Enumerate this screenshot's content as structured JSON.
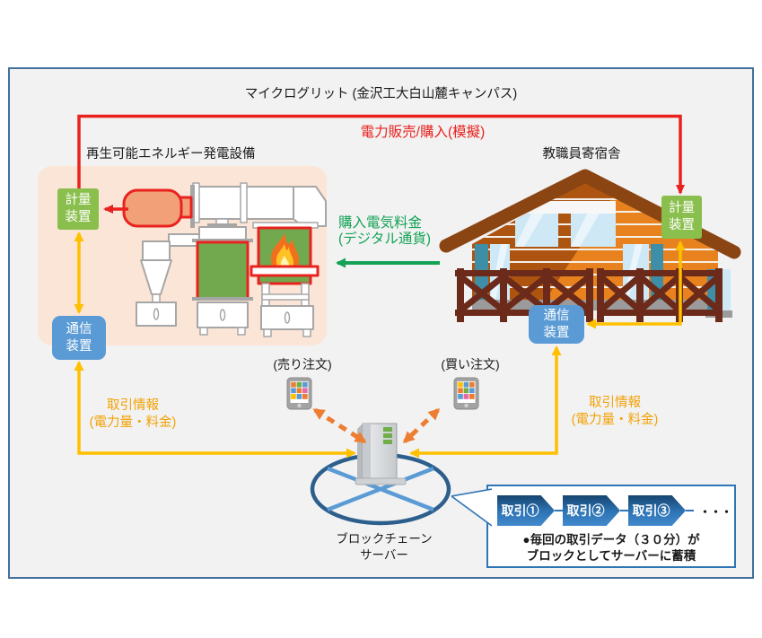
{
  "title": "マイクログリット (金沢工大白山麓キャンパス)",
  "sections": {
    "plant_label": "再生可能エネルギー発電設備",
    "dorm_label": "教職員寄宿舎"
  },
  "flows": {
    "power_trade": "電力販売/購入(模擬)",
    "purchase_payment": "購入電気料金\n(デジタル通貨)",
    "trade_info": "取引情報\n(電力量・料金)"
  },
  "devices": {
    "meter_label": "計量\n装置",
    "comm_label": "通信\n装置"
  },
  "orders": {
    "sell": "(売り注文)",
    "buy": "(買い注文)"
  },
  "server": {
    "label": "ブロックチェーン\nサーバー"
  },
  "callout": {
    "blocks": [
      "取引①",
      "取引②",
      "取引③"
    ],
    "dots": "・・・",
    "note": "●毎回の取引データ（３０分）が\nブロックとしてサーバーに蓄積"
  },
  "colors": {
    "frame_border": "#41719c",
    "background": "#f2f2f2",
    "panel_peach": "#fbe5d6",
    "red_flow": "#e8231f",
    "yellow_flow": "#ffc000",
    "orange_info_text": "#f2a104",
    "orange_dashed": "#ed7d31",
    "green_flow": "#14a356",
    "meter_green": "#8abf4d",
    "comm_blue": "#5b9bd5",
    "callout_border": "#2e75b6",
    "block_gradient_top": "#16456f",
    "block_gradient_bottom": "#4189cc"
  }
}
